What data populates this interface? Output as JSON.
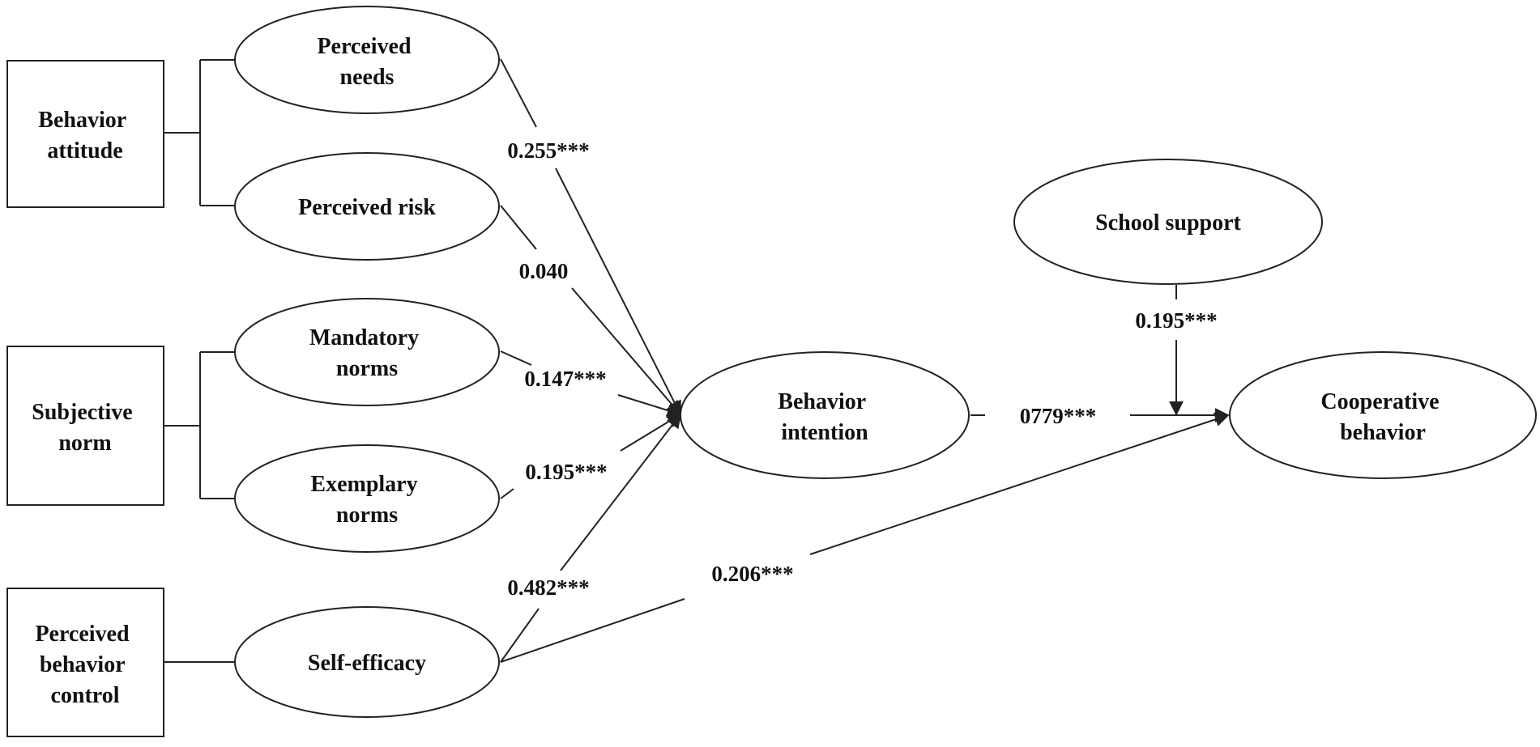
{
  "boxes": {
    "behavior_attitude": [
      "Behavior",
      "attitude"
    ],
    "subjective_norm": [
      "Subjective",
      "norm"
    ],
    "perceived_behavior_control": [
      "Perceived",
      "behavior",
      "control"
    ]
  },
  "nodes": {
    "perceived_needs": [
      "Perceived",
      "needs"
    ],
    "perceived_risk": [
      "Perceived risk"
    ],
    "mandatory_norms": [
      "Mandatory",
      "norms"
    ],
    "exemplary_norms": [
      "Exemplary",
      "norms"
    ],
    "self_efficacy": [
      "Self-efficacy"
    ],
    "behavior_intention": [
      "Behavior",
      "intention"
    ],
    "school_support": [
      "School support"
    ],
    "cooperative_behavior": [
      "Cooperative",
      "behavior"
    ]
  },
  "coefficients": {
    "needs_to_intention": "0.255***",
    "risk_to_intention": "0.040",
    "mandatory_to_intention": "0.147***",
    "exemplary_to_intention": "0.195***",
    "efficacy_to_intention": "0.482***",
    "intention_to_cooperative": "0779***",
    "school_support_moderation": "0.195***",
    "efficacy_to_cooperative": "0.206***"
  },
  "colors": {
    "line": "#222222",
    "text": "#111111",
    "background": "#ffffff"
  }
}
